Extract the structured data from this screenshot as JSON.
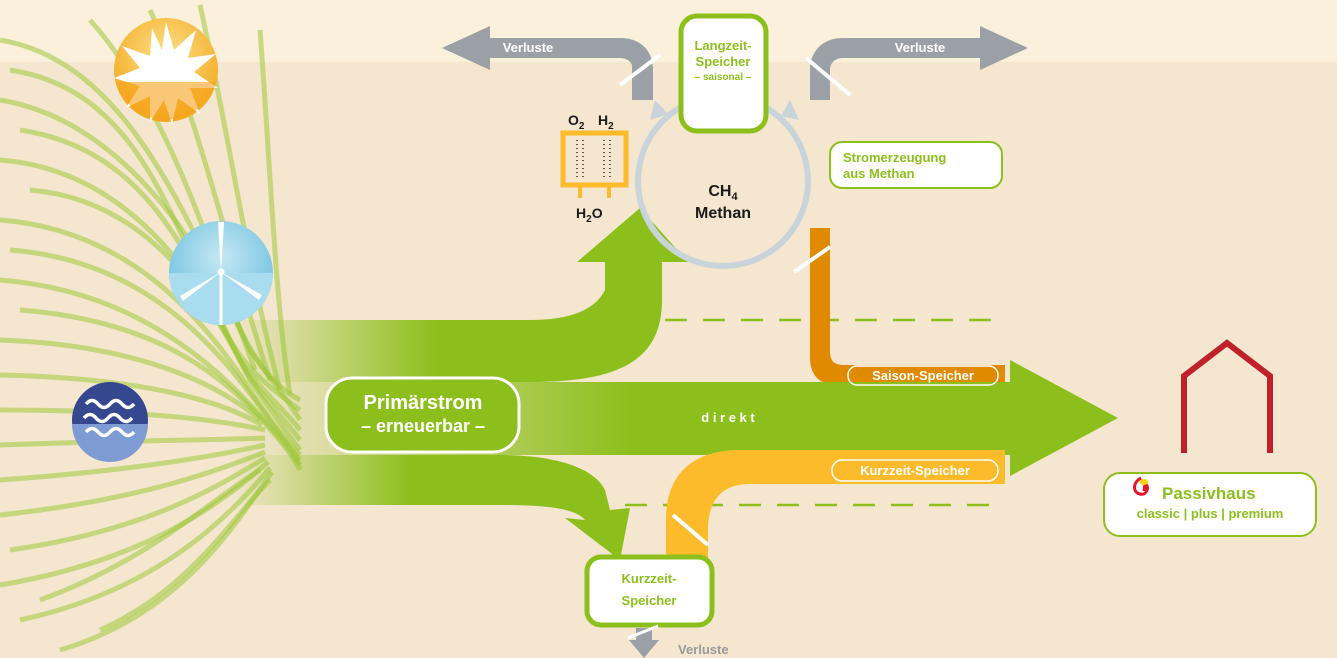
{
  "storage_top": {
    "losses_left": "Verluste",
    "losses_right": "Verluste",
    "title_line1": "Langzeit-",
    "title_line2": "Speicher",
    "subtitle": "– saisonal –"
  },
  "electrolysis": {
    "o2": "O",
    "o2_sub": "2",
    "h2": "H",
    "h2_sub": "2",
    "h2o": "H",
    "h2o_sub": "2",
    "h2o_tail": "O"
  },
  "methane": {
    "formula": "CH",
    "formula_sub": "4",
    "name": "Methan"
  },
  "power_from_methane": {
    "line1": "Stromerzeugung",
    "line2": "aus Methan"
  },
  "primary": {
    "line1": "Primärstrom",
    "line2": "– erneuerbar –"
  },
  "flows": {
    "direct": "d i r e k t",
    "seasonal": "Saison-Speicher",
    "short_term": "Kurzzeit-Speicher"
  },
  "storage_short": {
    "line1": "Kurzzeit-",
    "line2": "Speicher",
    "losses": "Verluste"
  },
  "passive_house": {
    "title": "Passivhaus",
    "classes": "classic | plus | premium"
  },
  "sources": [
    "sun-icon",
    "wind-turbine-icon",
    "water-waves-icon"
  ],
  "colors": {
    "green": "#8dbf1c",
    "orange": "#e08a00",
    "yellow": "#fbbb2a",
    "gray": "#9aa0a6",
    "red": "#c0202a",
    "background": "#f5e6cf",
    "top_band": "#faf0dc"
  }
}
